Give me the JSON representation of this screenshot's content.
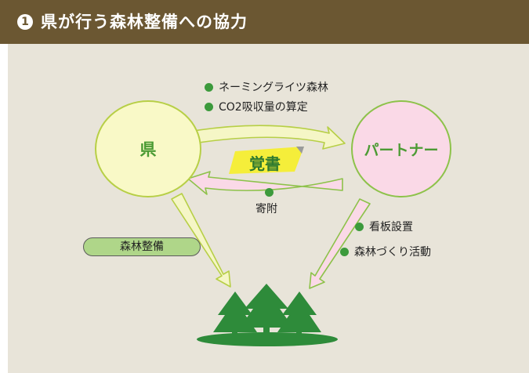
{
  "header": {
    "number": "1",
    "title": "県が行う森林整備への協力"
  },
  "nodes": {
    "ken": "県",
    "partner": "パートナー"
  },
  "arrow_labels": {
    "to_partner": [
      "ネーミングライツ森林",
      "CO2吸収量の算定"
    ],
    "to_ken": "寄附",
    "partner_to_forest": [
      "看板設置",
      "森林づくり活動"
    ],
    "ken_to_forest": "森林整備"
  },
  "memo": "覚書",
  "colors": {
    "header_bg": "#6b5732",
    "panel_bg": "#e8e4d9",
    "accent_green": "#3c9a3c",
    "ken_fill": "#f9f9c7",
    "partner_fill": "#fad9e7",
    "forest": "#2e8b3a",
    "memo_fill": "#f5ee3a"
  },
  "icons": [
    "forest-icon",
    "bullet-dot-icon"
  ]
}
